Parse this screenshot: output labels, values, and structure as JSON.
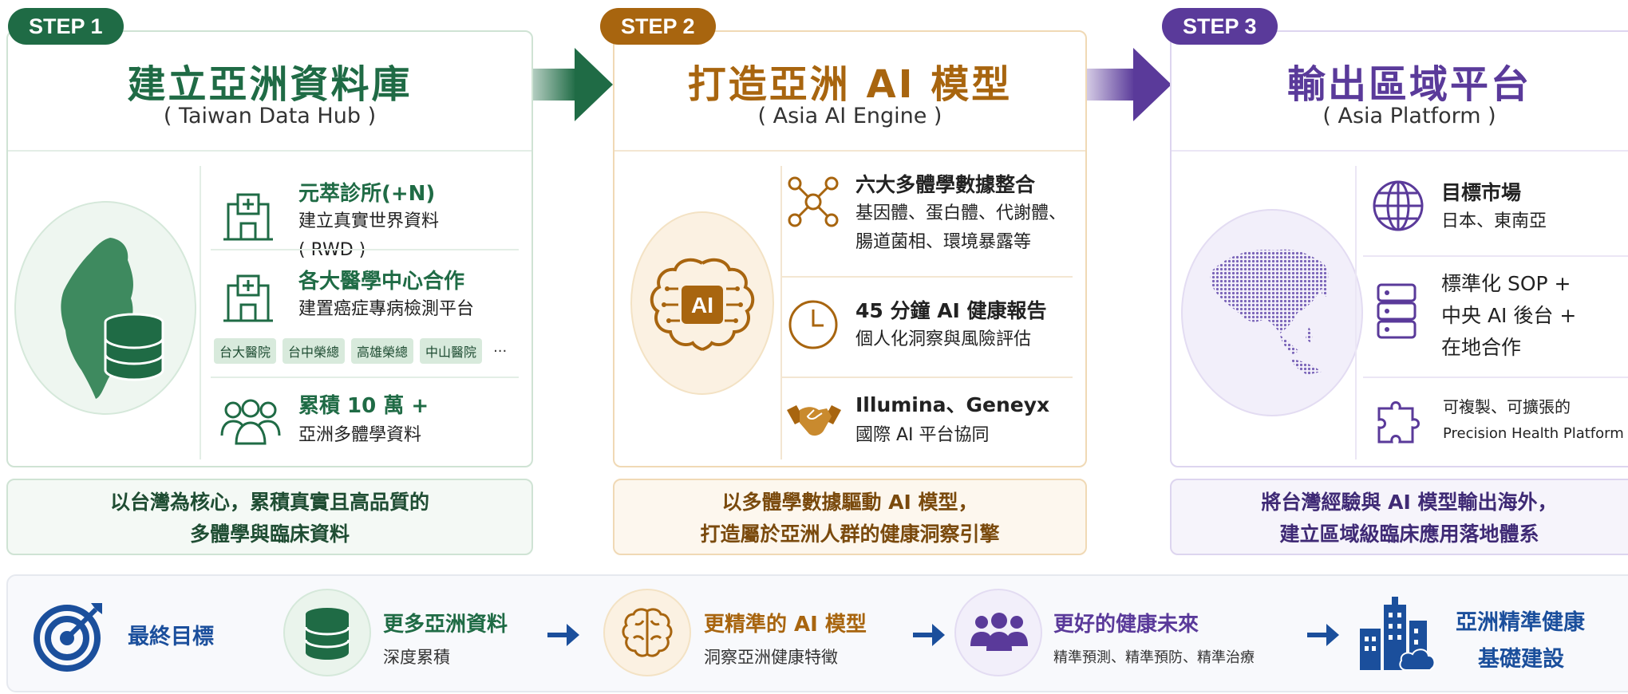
{
  "steps": [
    {
      "badge": "STEP 1",
      "title": "建立亞洲資料庫",
      "subtitle": "( Taiwan Data Hub )",
      "items": [
        {
          "icon": "hospital-icon",
          "main": "元萃診所(+N)",
          "sub1": "建立真實世界資料",
          "sub2": "( RWD )"
        },
        {
          "icon": "hospital-icon",
          "main": "各大醫學中心合作",
          "sub1": "建置癌症專病檢測平台"
        },
        {
          "icon": "people-group-icon",
          "main": "累積 10 萬 +",
          "sub1": "亞洲多體學資料"
        }
      ],
      "tags": [
        "台大醫院",
        "台中榮總",
        "高雄榮總",
        "中山醫院"
      ],
      "more": "···",
      "summary": [
        "以台灣為核心，累積真實且高品質的",
        "多體學與臨床資料"
      ]
    },
    {
      "badge": "STEP 2",
      "title": "打造亞洲 AI 模型",
      "subtitle": "( Asia AI Engine )",
      "ai_label": "AI",
      "items": [
        {
          "icon": "network-nodes-icon",
          "main": "六大多體學數據整合",
          "sub1": "基因體、蛋白體、代謝體、",
          "sub2": "腸道菌相、環境暴露等"
        },
        {
          "icon": "clock-icon",
          "main": "45 分鐘 AI 健康報告",
          "sub1": "個人化洞察與風險評估"
        },
        {
          "icon": "handshake-icon",
          "main": "Illumina、Geneyx",
          "sub1": "國際 AI 平台協同"
        }
      ],
      "summary": [
        "以多體學數據驅動 AI 模型，",
        "打造屬於亞洲人群的健康洞察引擎"
      ]
    },
    {
      "badge": "STEP 3",
      "title": "輸出區域平台",
      "subtitle": "( Asia Platform )",
      "items": [
        {
          "icon": "globe-icon",
          "main": "目標市場",
          "sub1": "日本、東南亞"
        },
        {
          "icon": "server-icon",
          "main": "標準化 SOP +",
          "sub1": "中央 AI 後台 +",
          "sub2": "在地合作"
        },
        {
          "icon": "puzzle-icon",
          "main": "可複製、可擴張的",
          "sub1": "Precision Health Platform"
        }
      ],
      "summary": [
        "將台灣經驗與 AI 模型輸出海外，",
        "建立區域級臨床應用落地體系"
      ]
    }
  ],
  "goal": {
    "label": "最終目標",
    "stages": [
      {
        "icon": "database-icon",
        "main": "更多亞洲資料",
        "sub": "深度累積"
      },
      {
        "icon": "brain-icon",
        "main": "更精準的 AI 模型",
        "sub": "洞察亞洲健康特徵"
      },
      {
        "icon": "people-icon",
        "main": "更好的健康未來",
        "sub": "精準預測、精準預防、精準治療"
      }
    ],
    "final": [
      "亞洲精準健康",
      "基礎建設"
    ]
  },
  "colors": {
    "green": "#1f6b45",
    "amber": "#a8650f",
    "purple": "#5a3a9a",
    "navy": "#1b4f9c"
  }
}
